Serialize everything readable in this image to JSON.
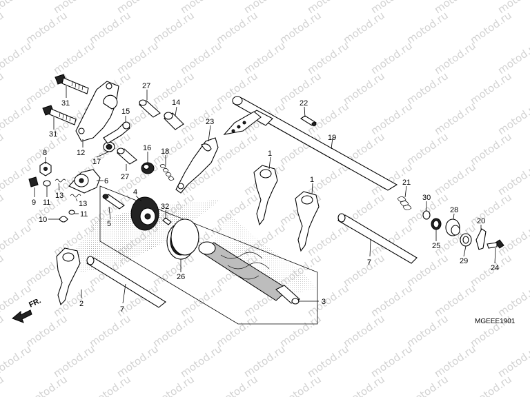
{
  "watermark": "motod.ru",
  "diagram_code": "MGEEE1901",
  "direction_label": "FR.",
  "callouts": [
    {
      "id": "c31a",
      "text": "31"
    },
    {
      "id": "c31b",
      "text": "31"
    },
    {
      "id": "c12",
      "text": "12"
    },
    {
      "id": "c17",
      "text": "17"
    },
    {
      "id": "c15",
      "text": "15"
    },
    {
      "id": "c27a",
      "text": "27"
    },
    {
      "id": "c14",
      "text": "14"
    },
    {
      "id": "c27b",
      "text": "27"
    },
    {
      "id": "c16",
      "text": "16"
    },
    {
      "id": "c18",
      "text": "18"
    },
    {
      "id": "c23",
      "text": "23"
    },
    {
      "id": "c22",
      "text": "22"
    },
    {
      "id": "c19",
      "text": "19"
    },
    {
      "id": "c8",
      "text": "8"
    },
    {
      "id": "c9",
      "text": "9"
    },
    {
      "id": "c11a",
      "text": "11"
    },
    {
      "id": "c13a",
      "text": "13"
    },
    {
      "id": "c6",
      "text": "6"
    },
    {
      "id": "c13b",
      "text": "13"
    },
    {
      "id": "c10",
      "text": "10"
    },
    {
      "id": "c11b",
      "text": "11"
    },
    {
      "id": "c4",
      "text": "4"
    },
    {
      "id": "c5",
      "text": "5"
    },
    {
      "id": "c32",
      "text": "32"
    },
    {
      "id": "c1a",
      "text": "1"
    },
    {
      "id": "c1b",
      "text": "1"
    },
    {
      "id": "c21",
      "text": "21"
    },
    {
      "id": "c30",
      "text": "30"
    },
    {
      "id": "c28",
      "text": "28"
    },
    {
      "id": "c25",
      "text": "25"
    },
    {
      "id": "c20",
      "text": "20"
    },
    {
      "id": "c29",
      "text": "29"
    },
    {
      "id": "c24",
      "text": "24"
    },
    {
      "id": "c26",
      "text": "26"
    },
    {
      "id": "c7a",
      "text": "7"
    },
    {
      "id": "c7b",
      "text": "7"
    },
    {
      "id": "c2",
      "text": "2"
    },
    {
      "id": "c3",
      "text": "3"
    }
  ]
}
